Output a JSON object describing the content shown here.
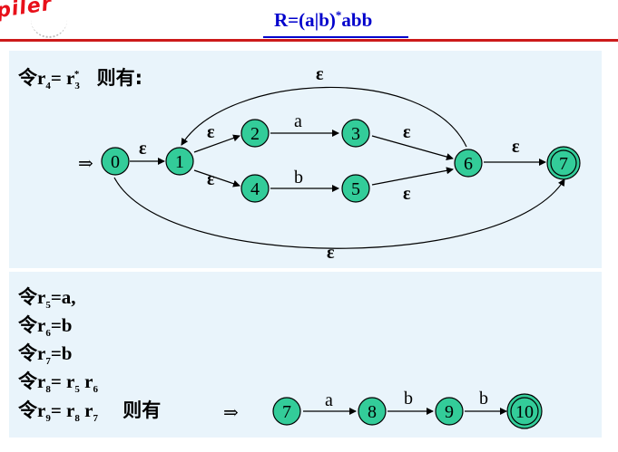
{
  "header": {
    "logo_text": "piler",
    "title_main": "R=(a|b)",
    "title_sup": "*",
    "title_tail": "abb"
  },
  "top_panel": {
    "intro_prefix": "令",
    "intro_r": "r",
    "intro_r_sub": "4",
    "intro_eq": "= r",
    "intro_r3_sub": "3",
    "intro_r3_sup": "*",
    "intro_tail": "则有:",
    "start_arrow": "⇒",
    "states": [
      "0",
      "1",
      "2",
      "3",
      "4",
      "5",
      "6",
      "7"
    ],
    "accepting_state": "7",
    "edge_labels": {
      "e_0_1": "ε",
      "e_1_2": "ε",
      "e_2_3": "a",
      "e_3_6": "ε",
      "e_1_4": "ε",
      "e_4_5": "b",
      "e_5_6": "ε",
      "e_6_7": "ε",
      "e_6_1": "ε",
      "e_0_7": "ε"
    }
  },
  "bottom_panel": {
    "lines": [
      {
        "prefix": "令",
        "text": "r",
        "sub": "5",
        "tail": "=a,"
      },
      {
        "prefix": "令",
        "text": "r",
        "sub": "6",
        "tail": "=b"
      },
      {
        "prefix": "令",
        "text": "r",
        "sub": "7",
        "tail": "=b"
      },
      {
        "prefix": "令",
        "text": "r",
        "sub": "8",
        "tail": "= r",
        "sub2": "5",
        "tail2": " r",
        "sub3": "6"
      },
      {
        "prefix": "令",
        "text": "r",
        "sub": "9",
        "tail": "= r",
        "sub2": "8",
        "tail2": " r",
        "sub3": "7"
      }
    ],
    "then_text": "则有",
    "then_arrow": "⇒",
    "states": [
      "7",
      "8",
      "9",
      "10"
    ],
    "accepting_state": "10",
    "edge_labels": [
      "a",
      "b",
      "b"
    ]
  }
}
